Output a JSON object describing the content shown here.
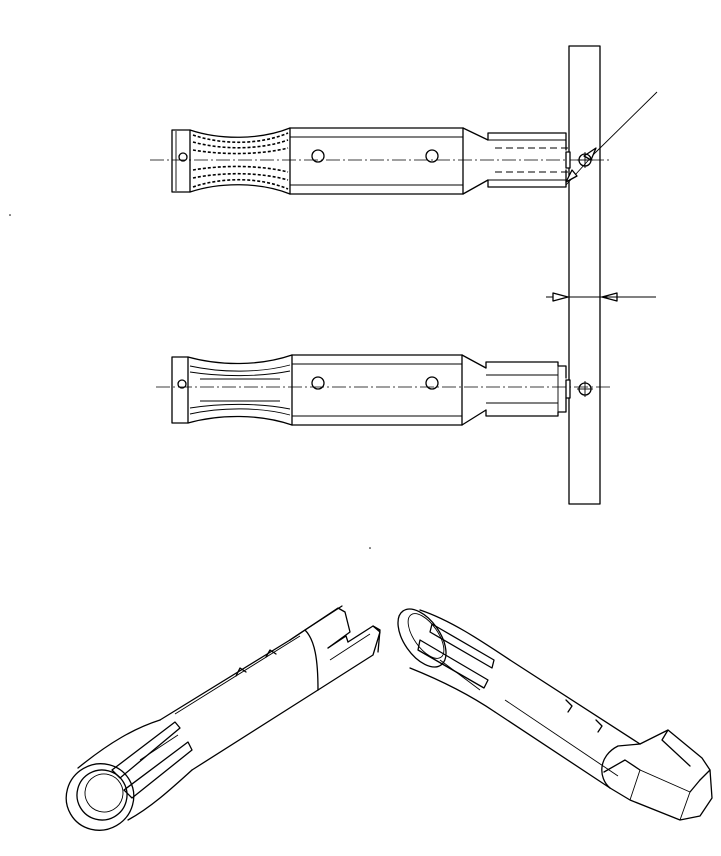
{
  "figure": {
    "views": [
      "top-view-crimped-contact",
      "bottom-view-uncrimped-contact",
      "isometric-left-contact",
      "isometric-right-contact"
    ],
    "labels": []
  }
}
